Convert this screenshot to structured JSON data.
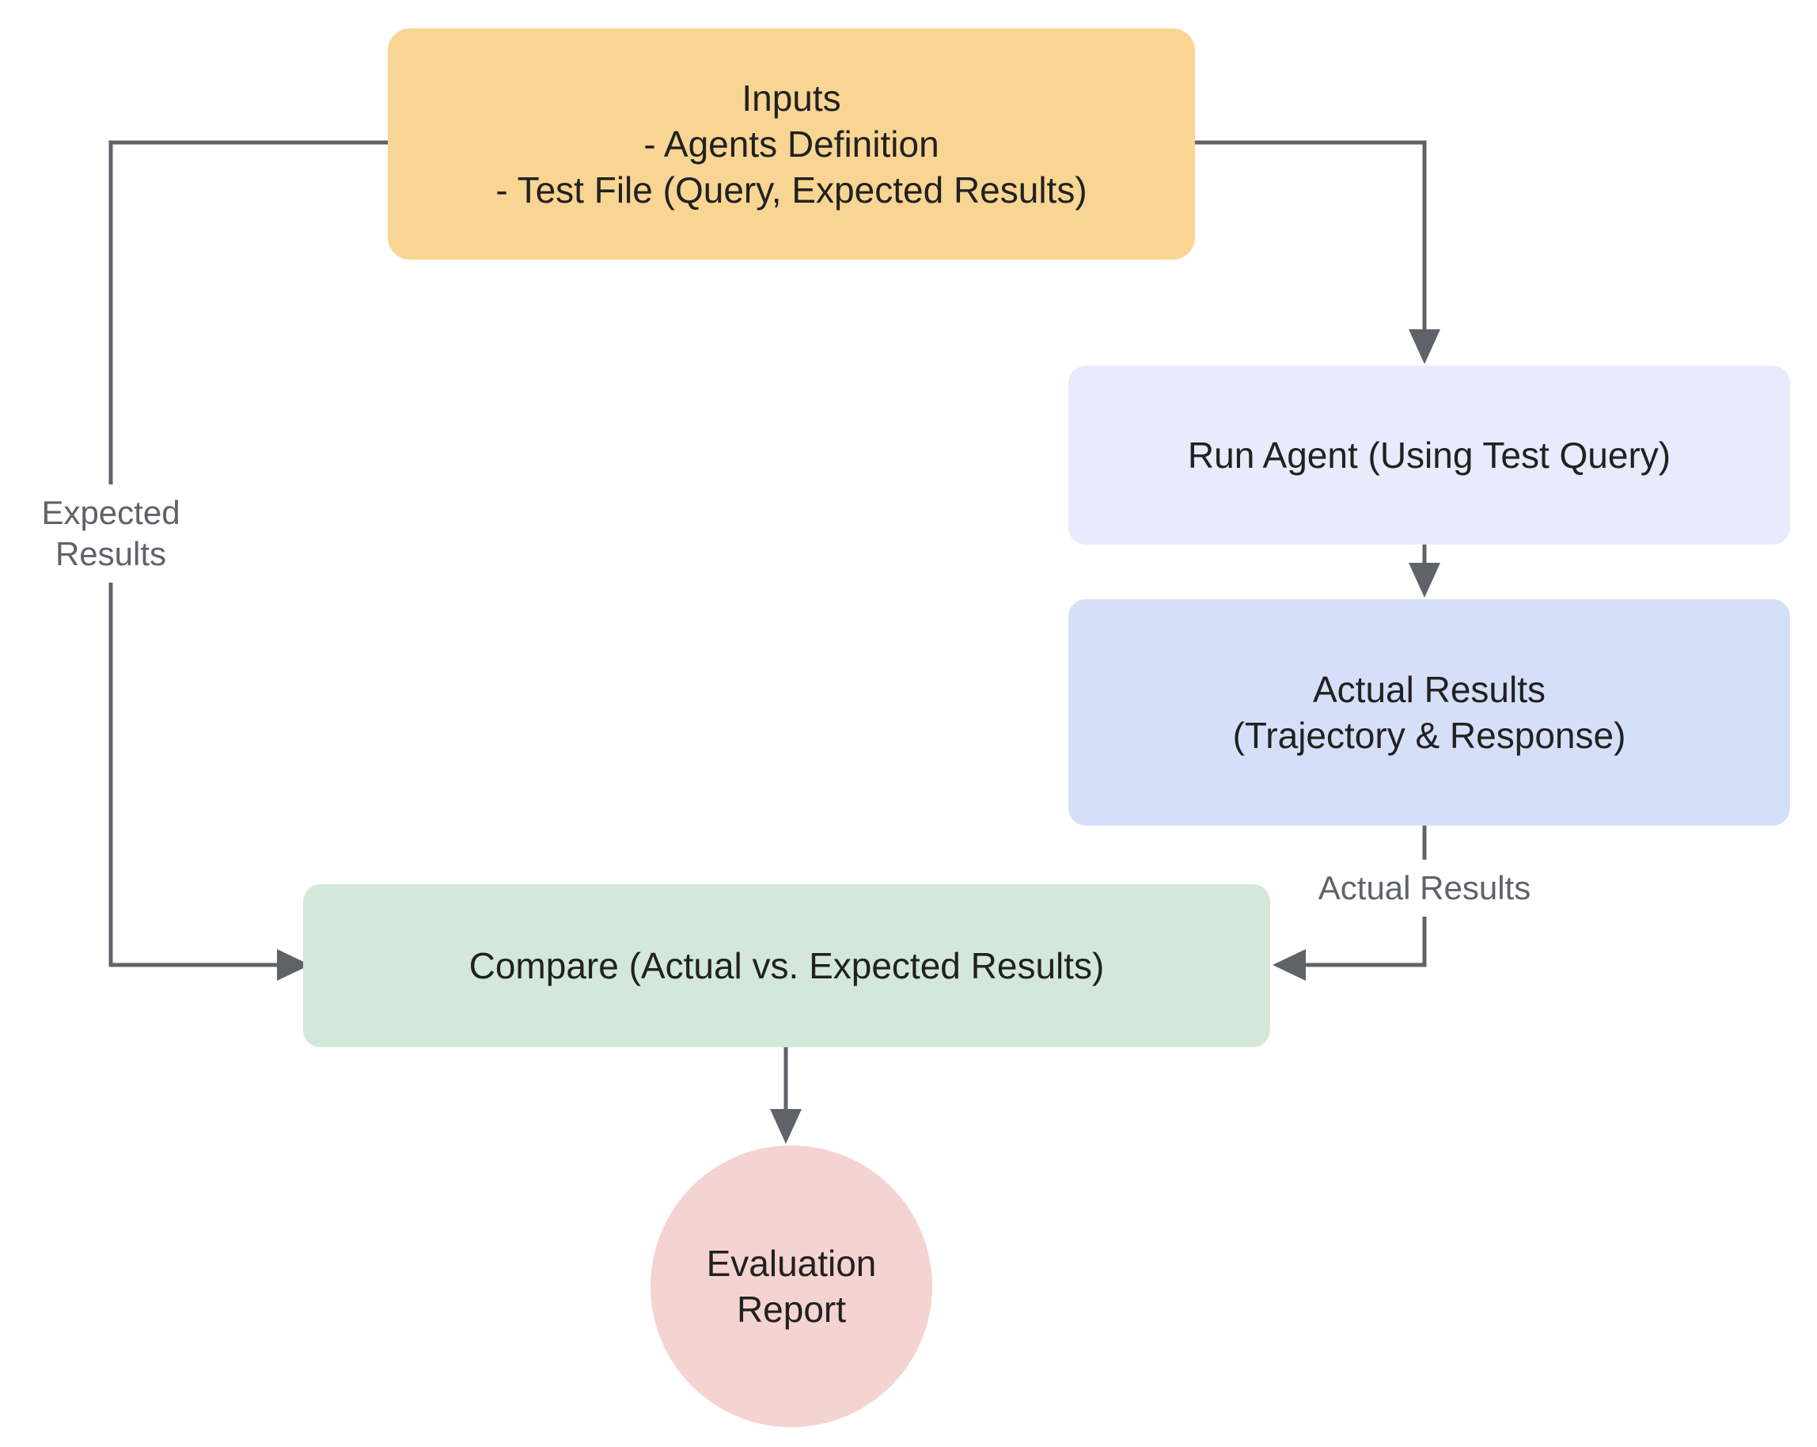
{
  "diagram": {
    "nodes": {
      "inputs": {
        "lines": [
          "Inputs",
          "- Agents Definition",
          "- Test File (Query, Expected Results)"
        ]
      },
      "run_agent": {
        "lines": [
          "Run Agent (Using Test Query)"
        ]
      },
      "actual_results": {
        "lines": [
          "Actual Results",
          "(Trajectory & Response)"
        ]
      },
      "compare": {
        "lines": [
          "Compare (Actual vs. Expected Results)"
        ]
      },
      "evaluation_report": {
        "lines": [
          "Evaluation",
          "Report"
        ]
      }
    },
    "edge_labels": {
      "expected_results": "Expected Results",
      "actual_results": "Actual Results"
    },
    "colors": {
      "background": "#FFFFFF",
      "node-inputs": "#F8D592",
      "node-run-agent": "#E7EBFB",
      "node-actual-results": "#D5E0F8",
      "node-compare": "#D3E8DA",
      "node-evaluation-report": "#F5D3D1",
      "node-text": "#212121",
      "connector": "#5F6368",
      "edge-label-text": "#5F6368"
    }
  }
}
